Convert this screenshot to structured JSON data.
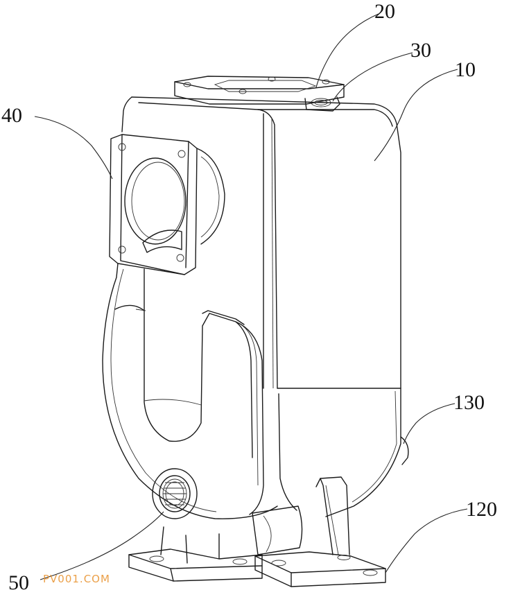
{
  "labels": {
    "l20": "20",
    "l30": "30",
    "l10": "10",
    "l40": "40",
    "l130": "130",
    "l120": "120",
    "l50": "50"
  },
  "watermark": {
    "text": "PV001.COM",
    "color": "#e8902a"
  }
}
